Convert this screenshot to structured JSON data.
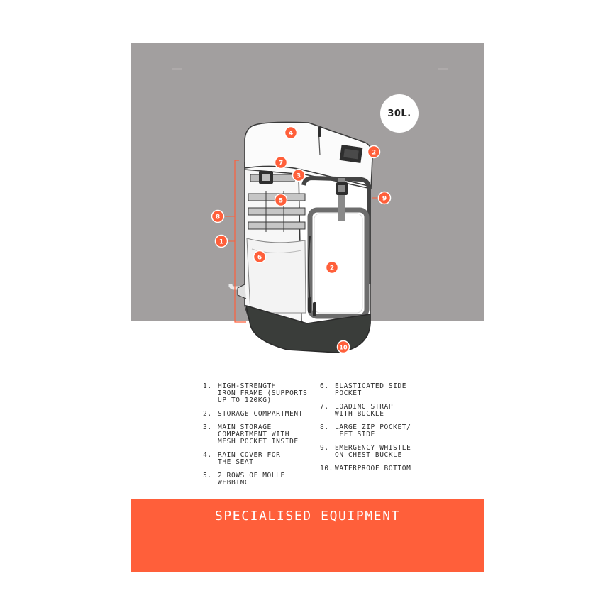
{
  "capacity_label": "30L.",
  "diagram": {
    "callouts": [
      "4",
      "2",
      "7",
      "3",
      "5",
      "9",
      "8",
      "1",
      "6",
      "2",
      "10"
    ]
  },
  "legend": {
    "left": [
      {
        "num": "1.",
        "text": "High-strength\niron frame (supports\nup to 120kg)"
      },
      {
        "num": "2.",
        "text": "Storage compartment"
      },
      {
        "num": "3.",
        "text": "Main storage\ncompartment with\nmesh pocket inside"
      },
      {
        "num": "4.",
        "text": "Rain cover for\nthe seat"
      },
      {
        "num": "5.",
        "text": "2 rows of molle\nwebbing"
      }
    ],
    "right": [
      {
        "num": "6.",
        "text": "Elasticated side\npocket"
      },
      {
        "num": "7.",
        "text": "Loading strap\nwith buckle"
      },
      {
        "num": "8.",
        "text": "Large zip pocket/\nleft side"
      },
      {
        "num": "9.",
        "text": "Emergency whistle\non chest buckle"
      },
      {
        "num": "10.",
        "text": "Waterproof bottom"
      }
    ]
  },
  "footer_title": "SPECIALISED EQUIPMENT",
  "colors": {
    "accent": "#ff5f3a",
    "hero_bg": "#a29f9f",
    "outline": "#333333"
  }
}
